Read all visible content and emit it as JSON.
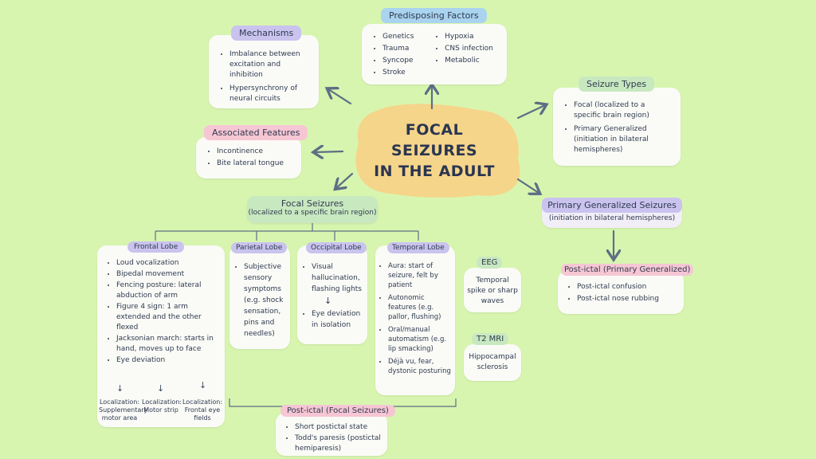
{
  "center": {
    "line1": "FOCAL",
    "line2": "SEIZURES",
    "line3": "IN THE ADULT"
  },
  "predisposing": {
    "title": "Predisposing Factors",
    "col1": [
      "Genetics",
      "Trauma",
      "Syncope",
      "Stroke"
    ],
    "col2": [
      "Hypoxia",
      "CNS infection",
      "Metabolic"
    ]
  },
  "mechanisms": {
    "title": "Mechanisms",
    "items": [
      "Imbalance between excitation and inhibition",
      "Hypersynchrony of neural circuits"
    ]
  },
  "seizure_types": {
    "title": "Seizure Types",
    "items": [
      "Focal (localized to a specific brain region)",
      "Primary Generalized (initiation in bilateral hemispheres)"
    ]
  },
  "associated": {
    "title": "Associated Features",
    "items": [
      "Incontinence",
      "Bite lateral tongue"
    ]
  },
  "focal": {
    "title": "Focal Seizures",
    "subtitle": "(localized to a specific brain region)"
  },
  "primary_gen": {
    "title": "Primary Generalized Seizures",
    "subtitle": "(initiation in bilateral hemispheres)"
  },
  "frontal": {
    "title": "Frontal Lobe",
    "items": [
      "Loud vocalization",
      "Bipedal movement",
      "Fencing posture: lateral abduction of arm",
      "Figure 4 sign: 1 arm extended and the other flexed",
      "Jacksonian march: starts in hand, moves up to face",
      "Eye deviation"
    ],
    "loc1": "Localization: Supplementary motor area",
    "loc2": "Localization: Motor strip",
    "loc3": "Localization: Frontal eye fields"
  },
  "parietal": {
    "title": "Parietal Lobe",
    "items": [
      "Subjective sensory symptoms (e.g. shock sensation, pins and needles)"
    ]
  },
  "occipital": {
    "title": "Occipital Lobe",
    "items": [
      "Visual hallucination, flashing lights",
      "Eye deviation in isolation"
    ]
  },
  "temporal": {
    "title": "Temporal Lobe",
    "items": [
      "Aura: start of seizure, felt by patient",
      "Autonomic features (e.g. pallor, flushing)",
      "Oral/manual automatism (e.g. lip smacking)",
      "Déjà vu, fear, dystonic posturing"
    ]
  },
  "eeg": {
    "title": "EEG",
    "text": "Temporal spike or sharp waves"
  },
  "mri": {
    "title": "T2 MRI",
    "text": "Hippocampal sclerosis"
  },
  "postictal_focal": {
    "title": "Post-ictal (Focal Seizures)",
    "items": [
      "Short postictal state",
      "Todd's paresis (postictal hemiparesis)"
    ]
  },
  "postictal_gen": {
    "title": "Post-ictal (Primary Generalized)",
    "items": [
      "Post-ictal confusion",
      "Post-ictal nose rubbing"
    ]
  },
  "colors": {
    "background": "#d8f5b0",
    "center_blob": "#f5d58a",
    "arrow": "#5d6e84"
  }
}
